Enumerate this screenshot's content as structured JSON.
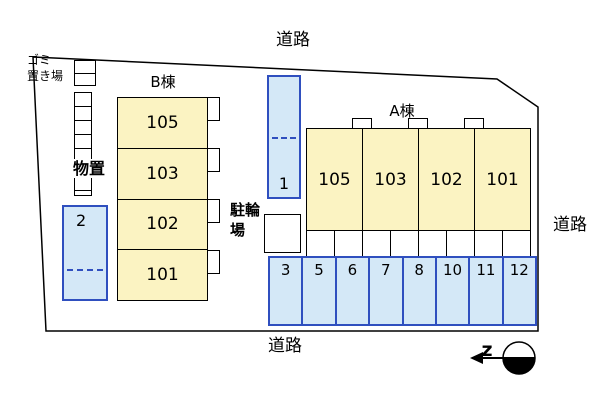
{
  "roads": {
    "top": "道路",
    "right": "道路",
    "bottom": "道路"
  },
  "garbage": {
    "label": "ゴミ\n置き場"
  },
  "storage": {
    "label": "物置"
  },
  "bike": {
    "label": "駐輪場"
  },
  "building_b": {
    "name": "B棟",
    "units": [
      "105",
      "103",
      "102",
      "101"
    ]
  },
  "building_a": {
    "name": "A棟",
    "units": [
      "105",
      "103",
      "102",
      "101"
    ]
  },
  "parking": {
    "space1": "1",
    "space2": "2",
    "row": [
      "3",
      "5",
      "6",
      "7",
      "8",
      "10",
      "11",
      "12"
    ]
  },
  "compass": {
    "letter": "z"
  },
  "colors": {
    "building_fill": "#FBF3C2",
    "parking_fill": "#D4E8F7",
    "parking_border": "#2F4FBF",
    "outline": "#000000"
  }
}
